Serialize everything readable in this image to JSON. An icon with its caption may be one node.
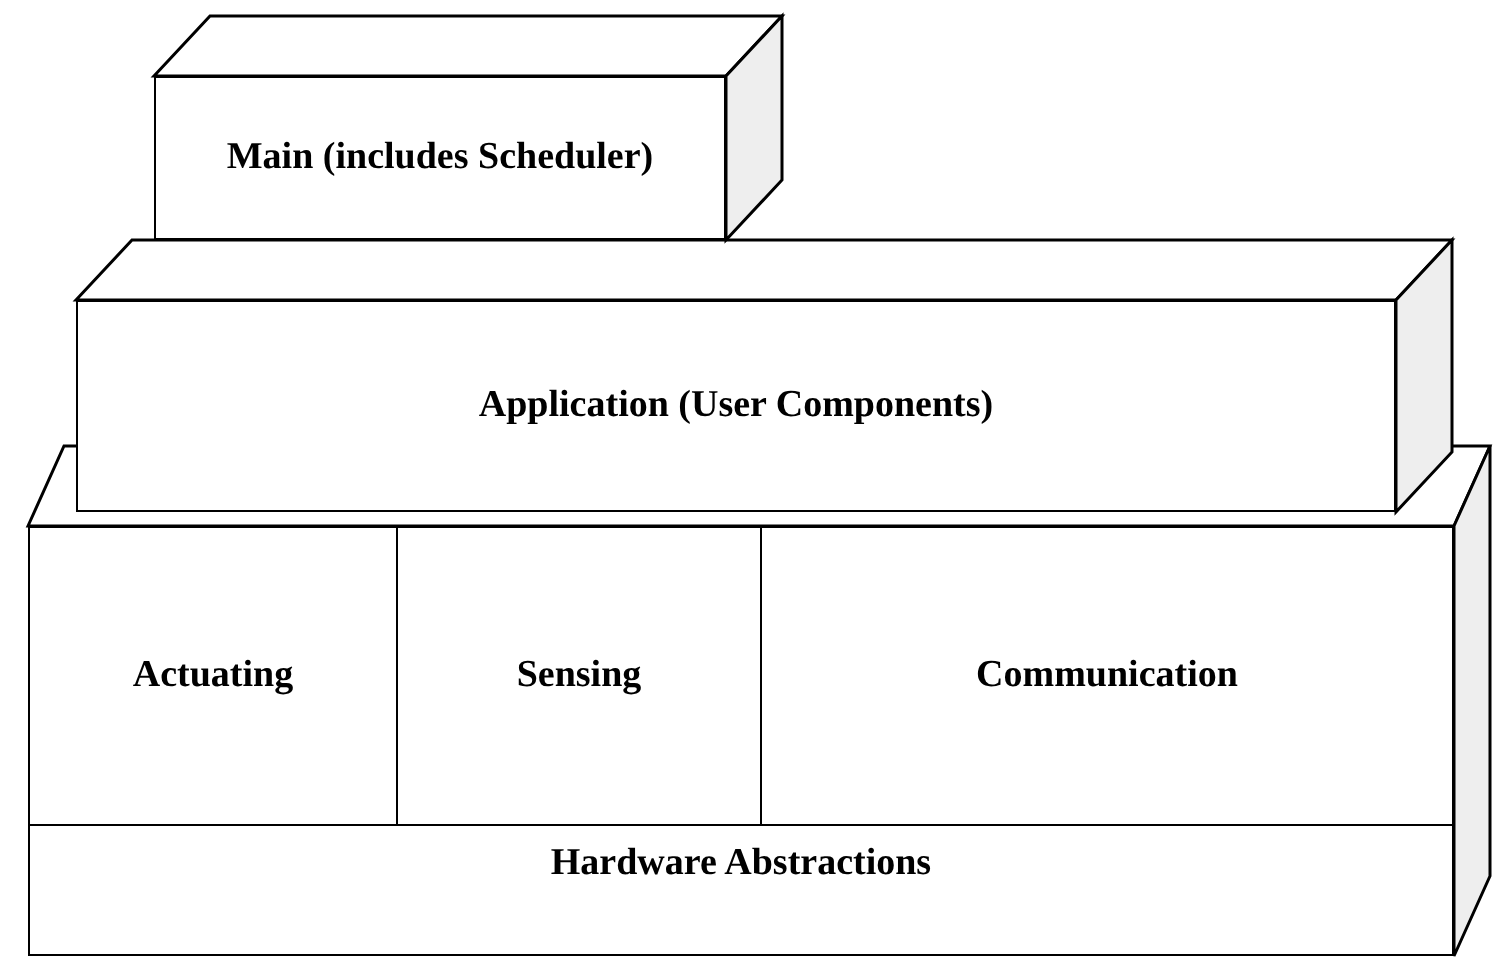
{
  "diagram": {
    "nodes": [
      {
        "text": [
          "Main (includes Scheduler)"
        ]
      },
      {
        "text": [
          "Application (User Components)"
        ]
      },
      {
        "text": [
          "Actuating"
        ]
      },
      {
        "text": [
          "Sensing"
        ]
      },
      {
        "text": [
          "Communication"
        ]
      },
      {
        "text": [
          "Hardware Abstractions"
        ]
      }
    ]
  }
}
